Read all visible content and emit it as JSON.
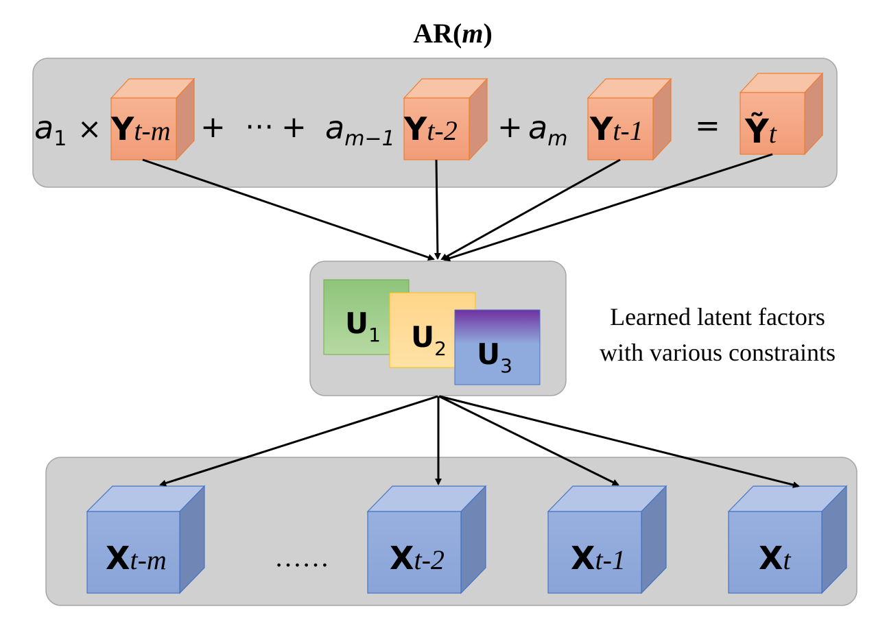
{
  "title": {
    "prefix": "AR(",
    "var": "m",
    "suffix": ")"
  },
  "ar_row": {
    "coef_a": "a",
    "coef1_sub": "1",
    "times": "×",
    "plus": "+",
    "ellipsis": "⋯",
    "coef_m1_sub": "m−1",
    "coef_m_sub": "m",
    "equals": "=",
    "y_base": "Y",
    "y_pred_base": "Ỹ",
    "cubes": [
      {
        "sub": "t-m"
      },
      {
        "sub": "t-2"
      },
      {
        "sub": "t-1"
      },
      {
        "sub": "t"
      }
    ]
  },
  "factors": {
    "u_base": "U",
    "items": [
      {
        "sub": "1"
      },
      {
        "sub": "2"
      },
      {
        "sub": "3"
      }
    ],
    "caption": [
      "Learned latent factors",
      "with various constraints"
    ]
  },
  "x_row": {
    "x_base": "X",
    "ellipsis": "……",
    "cubes": [
      {
        "sub": "t-m"
      },
      {
        "sub": "t-2"
      },
      {
        "sub": "t-1"
      },
      {
        "sub": "t"
      }
    ]
  },
  "colors": {
    "panel_fill": "#d0d0d0",
    "panel_stroke": "#a6a6a6",
    "orange_front": "#f4a582",
    "orange_top": "#f8c4a8",
    "orange_side": "#d4917a",
    "orange_stroke": "#ed7d31",
    "blue_front": "#8fa9dc",
    "blue_top": "#b4c5e7",
    "blue_side": "#7087b6",
    "blue_stroke": "#4472c4",
    "green_fill": "#a9d18e",
    "yellow_fill": "#ffd98c",
    "purple_top": "#7030a0",
    "purple_bottom": "#8faadc"
  }
}
